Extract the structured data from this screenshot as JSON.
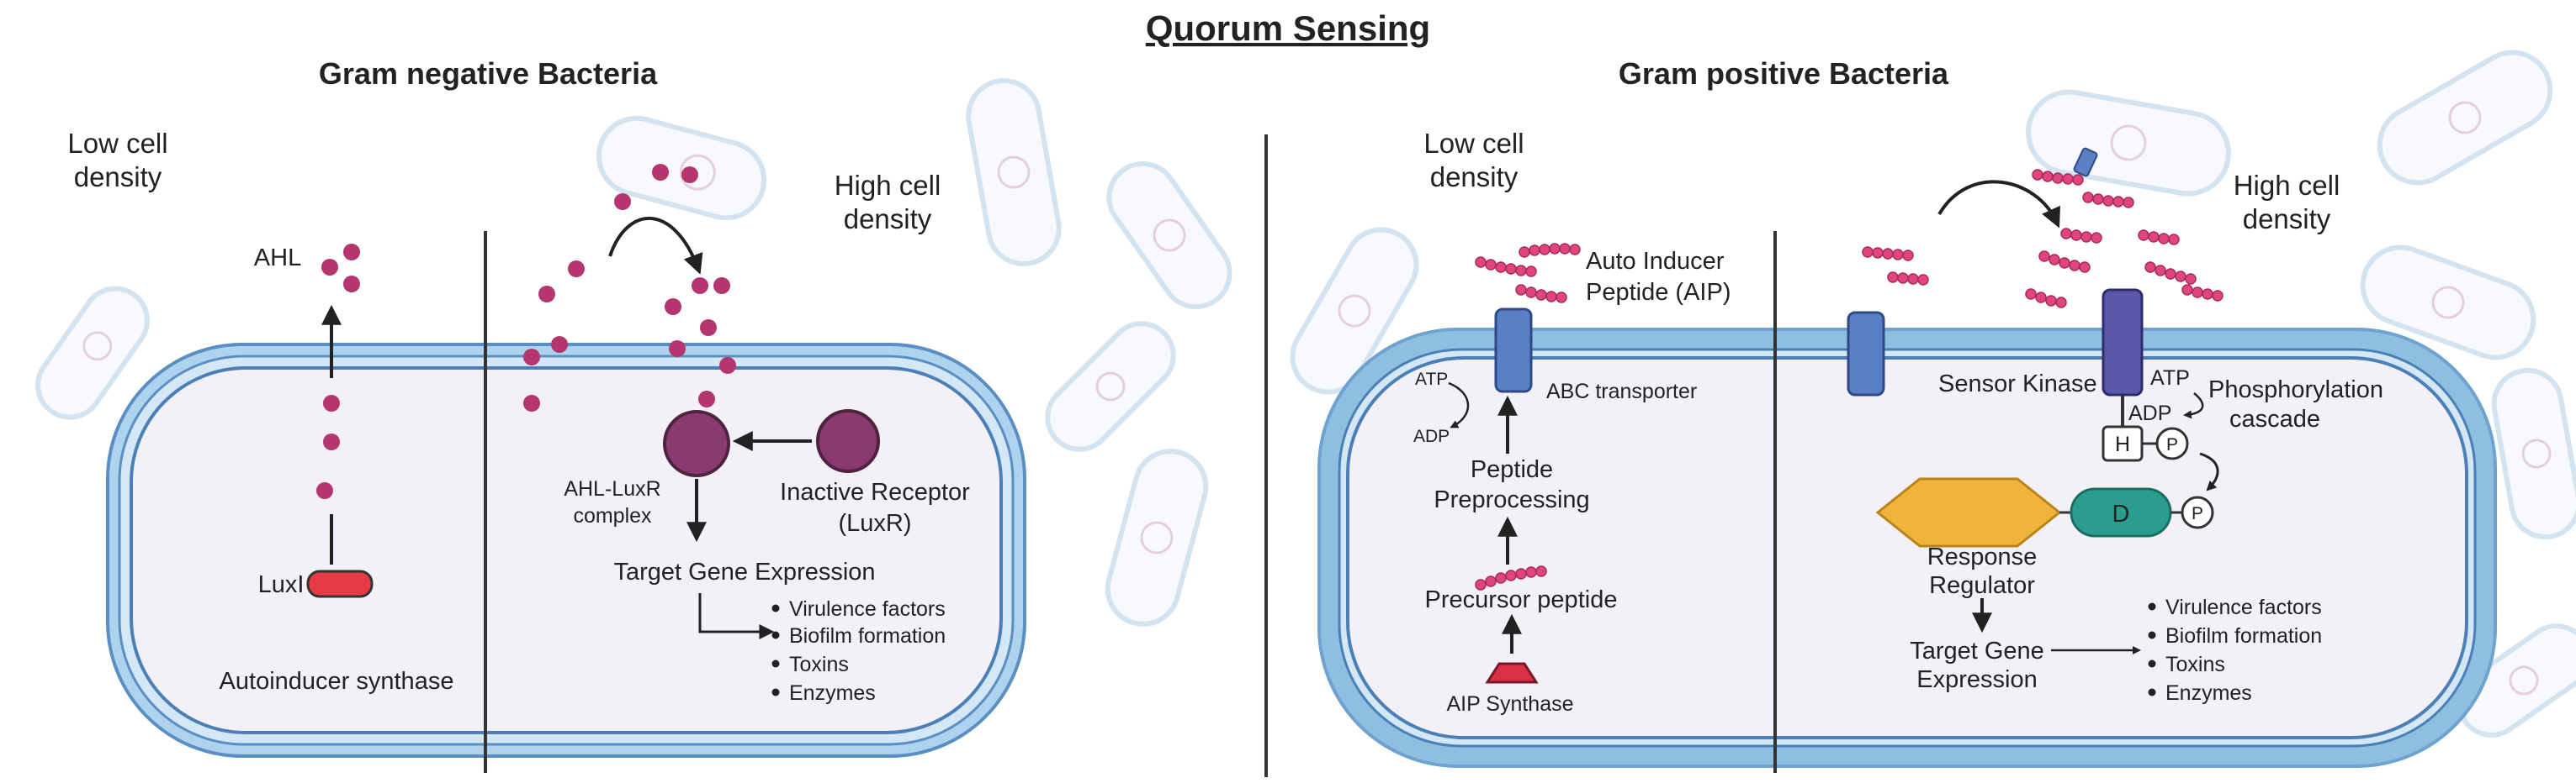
{
  "title": "Quorum Sensing",
  "gram_negative": {
    "heading": "Gram negative Bacteria",
    "low_density": [
      "Low cell",
      "density"
    ],
    "high_density": [
      "High cell",
      "density"
    ],
    "ahl_label": "AHL",
    "luxi_label": "LuxI",
    "autoinducer_synthase": "Autoinducer synthase",
    "complex_label": [
      "AHL-LuxR",
      "complex"
    ],
    "inactive_receptor": [
      "Inactive Receptor",
      "(LuxR)"
    ],
    "target_gene": "Target Gene Expression",
    "outcomes": [
      "Virulence factors",
      "Biofilm formation",
      "Toxins",
      "Enzymes"
    ]
  },
  "gram_positive": {
    "heading": "Gram positive Bacteria",
    "low_density": [
      "Low cell",
      "density"
    ],
    "high_density": [
      "High cell",
      "density"
    ],
    "aip_label": [
      "Auto Inducer",
      "Peptide (AIP)"
    ],
    "abc_transporter": "ABC transporter",
    "atp": "ATP",
    "adp": "ADP",
    "peptide_preprocessing": [
      "Peptide",
      "Preprocessing"
    ],
    "precursor_peptide": "Precursor peptide",
    "aip_synthase": "AIP Synthase",
    "sensor_kinase": "Sensor Kinase",
    "atp2": "ATP",
    "adp2": "ADP",
    "phosphorylation": [
      "Phosphorylation",
      "cascade"
    ],
    "h_label": "H",
    "d_label": "D",
    "p_label": "P",
    "response_regulator": [
      "Response",
      "Regulator"
    ],
    "target_gene": [
      "Target Gene",
      "Expression"
    ],
    "outcomes": [
      "Virulence factors",
      "Biofilm formation",
      "Toxins",
      "Enzymes"
    ]
  },
  "colors": {
    "membrane_outer": "#8fbfe0",
    "membrane_dark": "#4a7fb8",
    "cytoplasm": "#f3f0f7",
    "ahl_dot": "#b5356e",
    "receptor": "#8b3a70",
    "luxi": "#e63a46",
    "transporter": "#5b7fc4",
    "sensor": "#5a56a8",
    "regulator": "#f0b43c",
    "d_domain": "#2a9d8f",
    "peptide": "#e0467c",
    "synthase": "#d93045",
    "faint_cell": "#dbe8f3"
  }
}
